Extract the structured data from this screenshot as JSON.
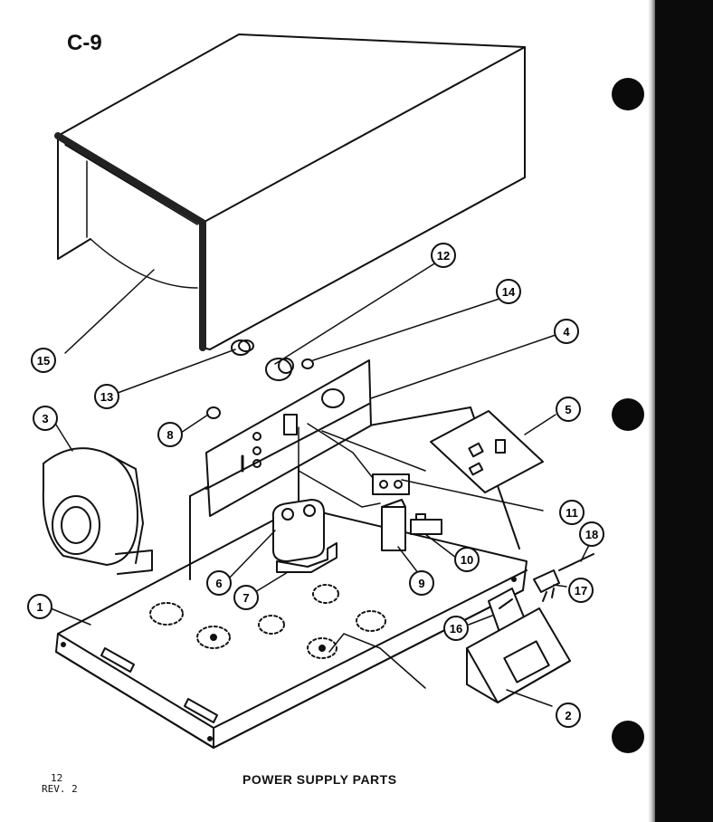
{
  "page": {
    "code": "C-9",
    "number": "12",
    "revision": "REV. 2",
    "title": "POWER SUPPLY PARTS"
  },
  "callouts": [
    "1",
    "2",
    "3",
    "4",
    "5",
    "6",
    "7",
    "8",
    "9",
    "10",
    "11",
    "12",
    "13",
    "14",
    "15",
    "16",
    "17",
    "18"
  ],
  "colors": {
    "ink": "#111111",
    "binder": "#0b0b0b",
    "paper": "#ffffff"
  }
}
